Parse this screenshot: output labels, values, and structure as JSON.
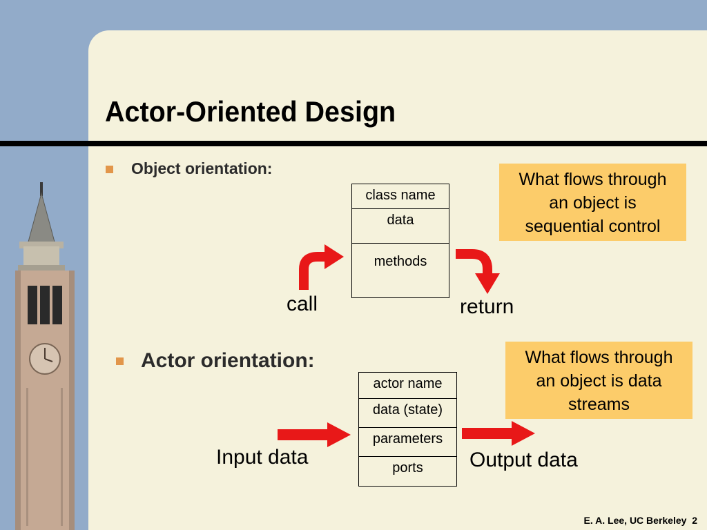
{
  "slide": {
    "title": "Actor-Oriented Design",
    "footer": "E. A. Lee, UC Berkeley  2",
    "colors": {
      "background": "#92abc9",
      "panel": "#f5f2dc",
      "bullet": "#e2964a",
      "callout": "#fccc6a",
      "arrow": "#e81818"
    }
  },
  "object_section": {
    "heading": "Object orientation:",
    "box": [
      "class name",
      "data",
      "methods"
    ],
    "call_label": "call",
    "return_label": "return",
    "callout": [
      "What flows through",
      "an object is",
      "sequential control"
    ]
  },
  "actor_section": {
    "heading": "Actor orientation:",
    "box": [
      "actor name",
      "data (state)",
      "parameters",
      "ports"
    ],
    "input_label": "Input data",
    "output_label": "Output data",
    "callout": [
      "What flows through",
      "an object is data",
      "streams"
    ]
  }
}
